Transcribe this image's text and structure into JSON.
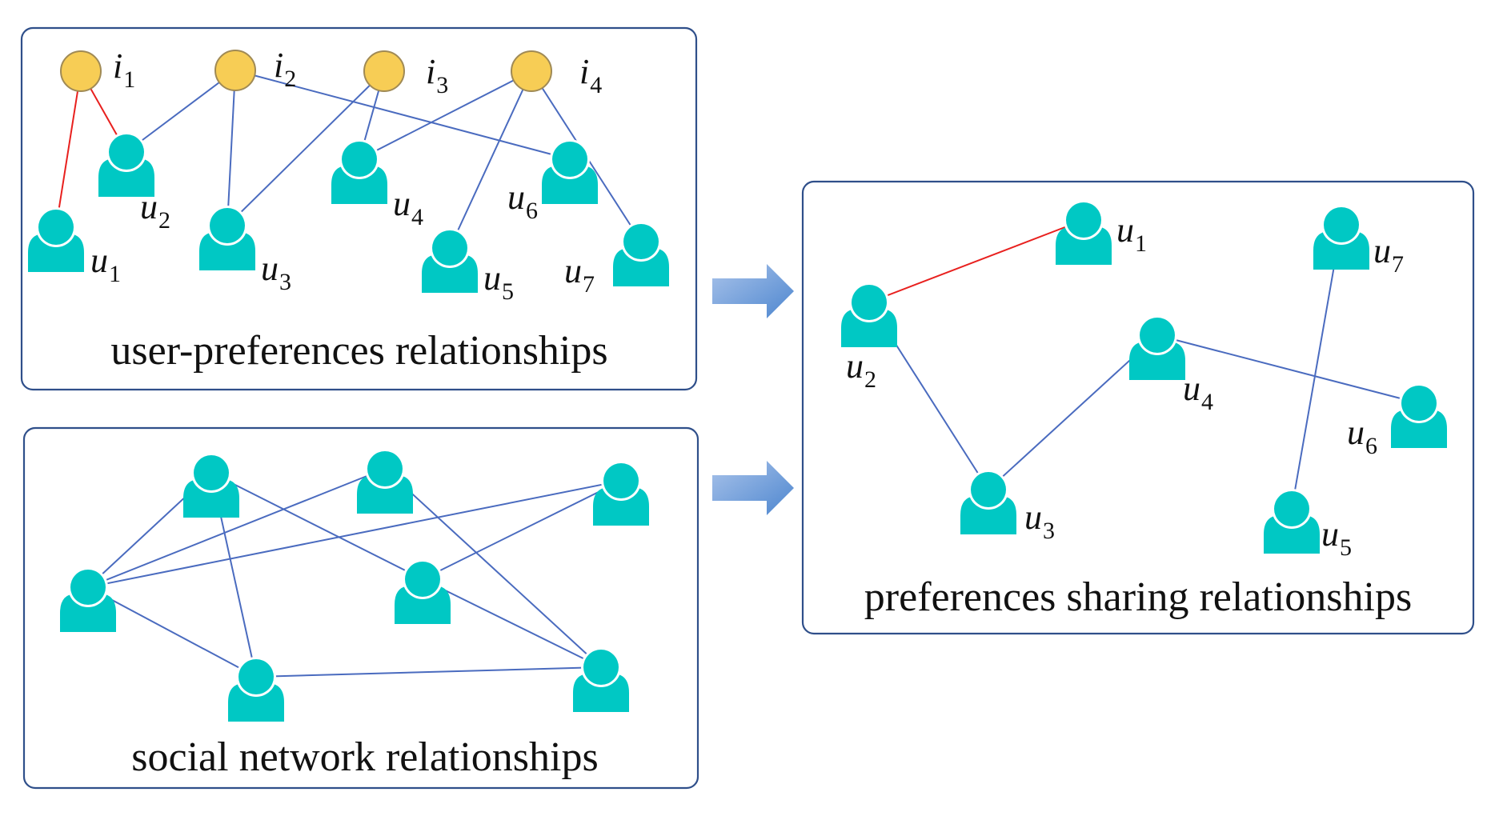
{
  "colors": {
    "panel_border": "#2f4f8a",
    "edge_blue": "#4a6bbf",
    "edge_red": "#e8201e",
    "item_fill": "#f7cd55",
    "user_fill": "#00c8c4",
    "arrow_gradient": [
      "#a9c3ea",
      "#4d86cf"
    ]
  },
  "panels": {
    "user_preferences": {
      "caption": "user-preferences relationships",
      "items": [
        {
          "id": "i1",
          "base": "i",
          "sub": "1"
        },
        {
          "id": "i2",
          "base": "i",
          "sub": "2"
        },
        {
          "id": "i3",
          "base": "i",
          "sub": "3"
        },
        {
          "id": "i4",
          "base": "i",
          "sub": "4"
        }
      ],
      "users": [
        {
          "id": "u1",
          "base": "u",
          "sub": "1"
        },
        {
          "id": "u2",
          "base": "u",
          "sub": "2"
        },
        {
          "id": "u3",
          "base": "u",
          "sub": "3"
        },
        {
          "id": "u4",
          "base": "u",
          "sub": "4"
        },
        {
          "id": "u5",
          "base": "u",
          "sub": "5"
        },
        {
          "id": "u6",
          "base": "u",
          "sub": "6"
        },
        {
          "id": "u7",
          "base": "u",
          "sub": "7"
        }
      ],
      "edges": [
        {
          "from": "i1",
          "to": "u1",
          "color": "red"
        },
        {
          "from": "i1",
          "to": "u2",
          "color": "red"
        },
        {
          "from": "i2",
          "to": "u2",
          "color": "blue"
        },
        {
          "from": "i2",
          "to": "u3",
          "color": "blue"
        },
        {
          "from": "i2",
          "to": "u6",
          "color": "blue"
        },
        {
          "from": "i3",
          "to": "u3",
          "color": "blue"
        },
        {
          "from": "i3",
          "to": "u4",
          "color": "blue"
        },
        {
          "from": "i4",
          "to": "u4",
          "color": "blue"
        },
        {
          "from": "i4",
          "to": "u5",
          "color": "blue"
        },
        {
          "from": "i4",
          "to": "u7",
          "color": "blue"
        }
      ]
    },
    "social_network": {
      "caption": "social network relationships",
      "users": [
        {
          "id": "s1"
        },
        {
          "id": "s2"
        },
        {
          "id": "s3"
        },
        {
          "id": "s4"
        },
        {
          "id": "s5"
        },
        {
          "id": "s6"
        },
        {
          "id": "s7"
        }
      ],
      "edges": [
        {
          "from": "s1",
          "to": "s3",
          "color": "blue"
        },
        {
          "from": "s1",
          "to": "s4",
          "color": "blue"
        },
        {
          "from": "s1",
          "to": "s5",
          "color": "blue"
        },
        {
          "from": "s2",
          "to": "s3",
          "color": "blue"
        },
        {
          "from": "s2",
          "to": "s6",
          "color": "blue"
        },
        {
          "from": "s3",
          "to": "s4",
          "color": "blue"
        },
        {
          "from": "s3",
          "to": "s7",
          "color": "blue"
        },
        {
          "from": "s5",
          "to": "s6",
          "color": "blue"
        },
        {
          "from": "s5",
          "to": "s7",
          "color": "blue"
        },
        {
          "from": "s4",
          "to": "s6",
          "color": "blue"
        }
      ]
    },
    "preferences_sharing": {
      "caption": "preferences sharing relationships",
      "users": [
        {
          "id": "p1",
          "base": "u",
          "sub": "1"
        },
        {
          "id": "p2",
          "base": "u",
          "sub": "2"
        },
        {
          "id": "p3",
          "base": "u",
          "sub": "3"
        },
        {
          "id": "p4",
          "base": "u",
          "sub": "4"
        },
        {
          "id": "p5",
          "base": "u",
          "sub": "5"
        },
        {
          "id": "p6",
          "base": "u",
          "sub": "6"
        },
        {
          "id": "p7",
          "base": "u",
          "sub": "7"
        }
      ],
      "edges": [
        {
          "from": "p2",
          "to": "p1",
          "color": "red"
        },
        {
          "from": "p2",
          "to": "p3",
          "color": "blue"
        },
        {
          "from": "p3",
          "to": "p4",
          "color": "blue"
        },
        {
          "from": "p4",
          "to": "p6",
          "color": "blue"
        },
        {
          "from": "p7",
          "to": "p5",
          "color": "blue"
        }
      ]
    }
  },
  "arrows": [
    {
      "id": "arrow-top",
      "icon": "right-arrow-icon"
    },
    {
      "id": "arrow-bottom",
      "icon": "right-arrow-icon"
    }
  ]
}
